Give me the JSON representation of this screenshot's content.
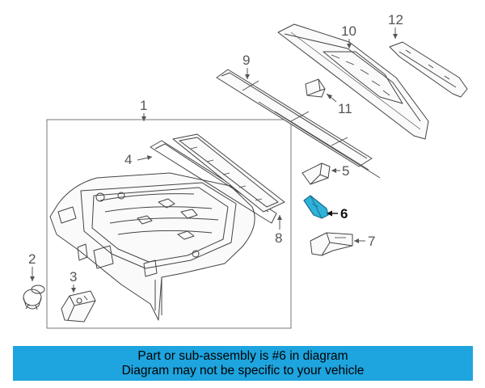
{
  "callouts": {
    "c1": "1",
    "c2": "2",
    "c3": "3",
    "c4": "4",
    "c5": "5",
    "c6": "6",
    "c7": "7",
    "c8": "8",
    "c9": "9",
    "c10": "10",
    "c11": "11",
    "c12": "12"
  },
  "highlight_color": "#2fb2da",
  "banner": {
    "background": "#1ea4de",
    "line1": "Part or sub-assembly is #6 in diagram",
    "line2": "Diagram may not be specific to your vehicle"
  }
}
